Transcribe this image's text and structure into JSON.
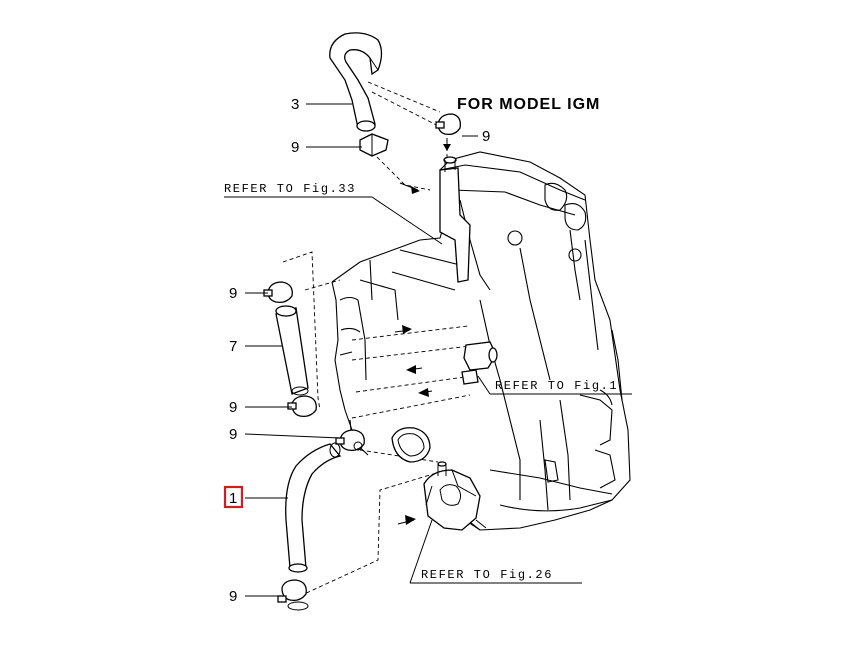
{
  "diagram": {
    "title": "FOR MODEL IGM",
    "references": {
      "fig33": "REFER TO Fig.33",
      "fig1": "REFER TO Fig.1",
      "fig26": "REFER TO Fig.26"
    },
    "callouts": {
      "part3": "3",
      "part9_top_right": "9",
      "part9_top_left": "9",
      "part9_upper": "9",
      "part7": "7",
      "part9_mid": "9",
      "part9_lower": "9",
      "part1": "1",
      "part9_bottom": "9"
    },
    "highlight_color": "#d71920",
    "line_color": "#000000"
  }
}
